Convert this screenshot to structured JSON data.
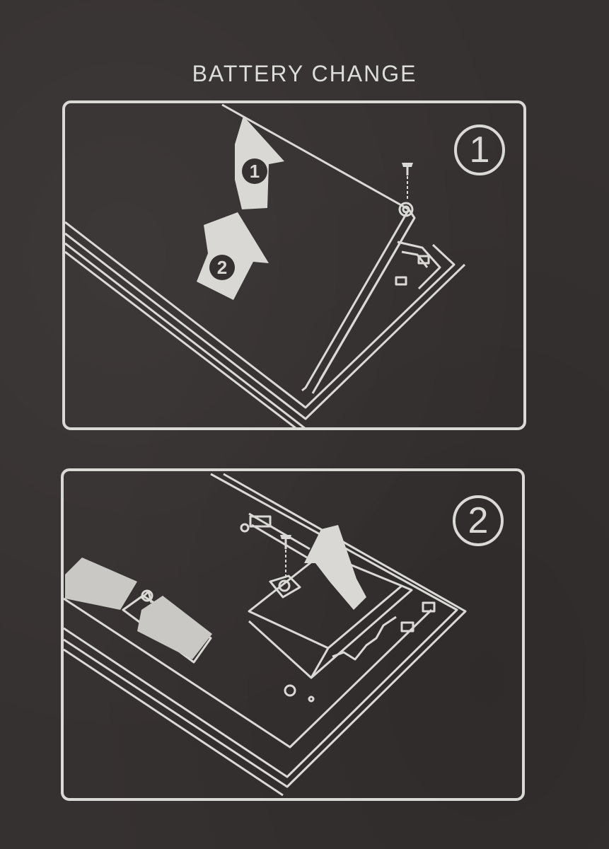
{
  "title": "BATTERY CHANGE",
  "steps": [
    {
      "badge": "1",
      "arrows": [
        "1",
        "2"
      ]
    },
    {
      "badge": "2"
    }
  ],
  "colors": {
    "background": "#363131",
    "line": "#dad9d5",
    "arrow_fill": "#d9d8d4"
  }
}
